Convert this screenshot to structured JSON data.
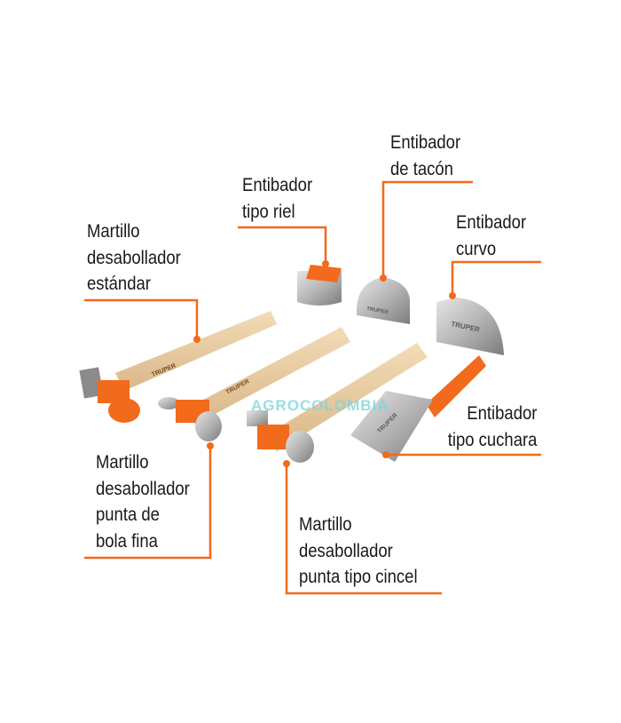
{
  "accent_color": "#f26a1b",
  "watermark": "AGROCOLOMBIA",
  "brand_marking": "TRUPER",
  "labels": {
    "tacon": [
      "Entibador",
      "de tacón"
    ],
    "riel": [
      "Entibador",
      "tipo riel"
    ],
    "curvo": [
      "Entibador",
      "curvo"
    ],
    "estandar": [
      "Martillo",
      "desabollador",
      "estándar"
    ],
    "cuchara": [
      "Entibador",
      "tipo cuchara"
    ],
    "bola_fina": [
      "Martillo",
      "desabollador",
      "punta de",
      "bola fina"
    ],
    "cincel": [
      "Martillo",
      "desabollador",
      "punta tipo cincel"
    ]
  }
}
